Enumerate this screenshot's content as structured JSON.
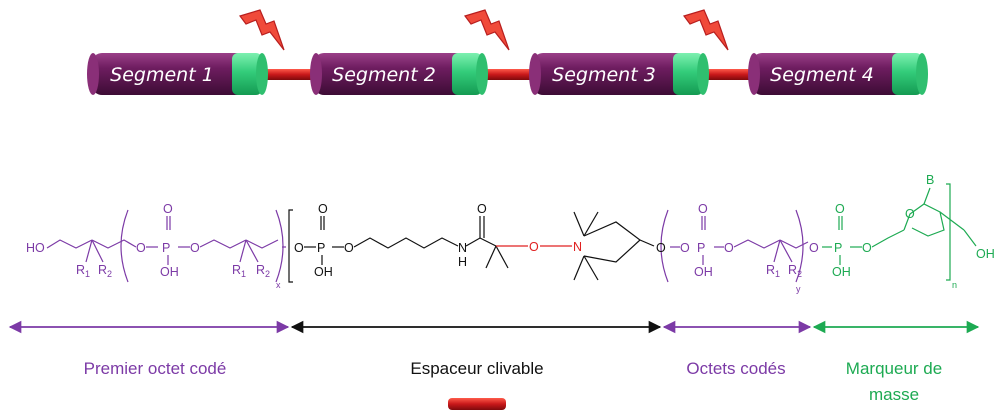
{
  "colors": {
    "segment_body": "#6a1b5c",
    "segment_cap": "#35d07f",
    "spacer_rod": "#c41a1a",
    "lightning": "#e8302b",
    "purple": "#7c3aa6",
    "black": "#111111",
    "green": "#1daa52",
    "red": "#e02020"
  },
  "segments": [
    {
      "label": "Segment 1"
    },
    {
      "label": "Segment 2"
    },
    {
      "label": "Segment 3"
    },
    {
      "label": "Segment 4"
    }
  ],
  "chemistry": {
    "ho": "HO",
    "oh_end": "OH",
    "r1": "R",
    "r1_sub": "1",
    "r2": "R",
    "r2_sub": "2",
    "o": "O",
    "p": "P",
    "oh": "OH",
    "nh_n": "N",
    "nh_h": "H",
    "n": "N",
    "b": "B",
    "sub_x": "x",
    "sub_y": "y",
    "sub_n": "n"
  },
  "captions": {
    "first_octet": "Premier octet codé",
    "spacer": "Espaceur clivable",
    "octets": "Octets codés",
    "mass_tag_line1": "Marqueur de",
    "mass_tag_line2": "masse"
  },
  "lightning_icon": "lightning-bolt-icon"
}
